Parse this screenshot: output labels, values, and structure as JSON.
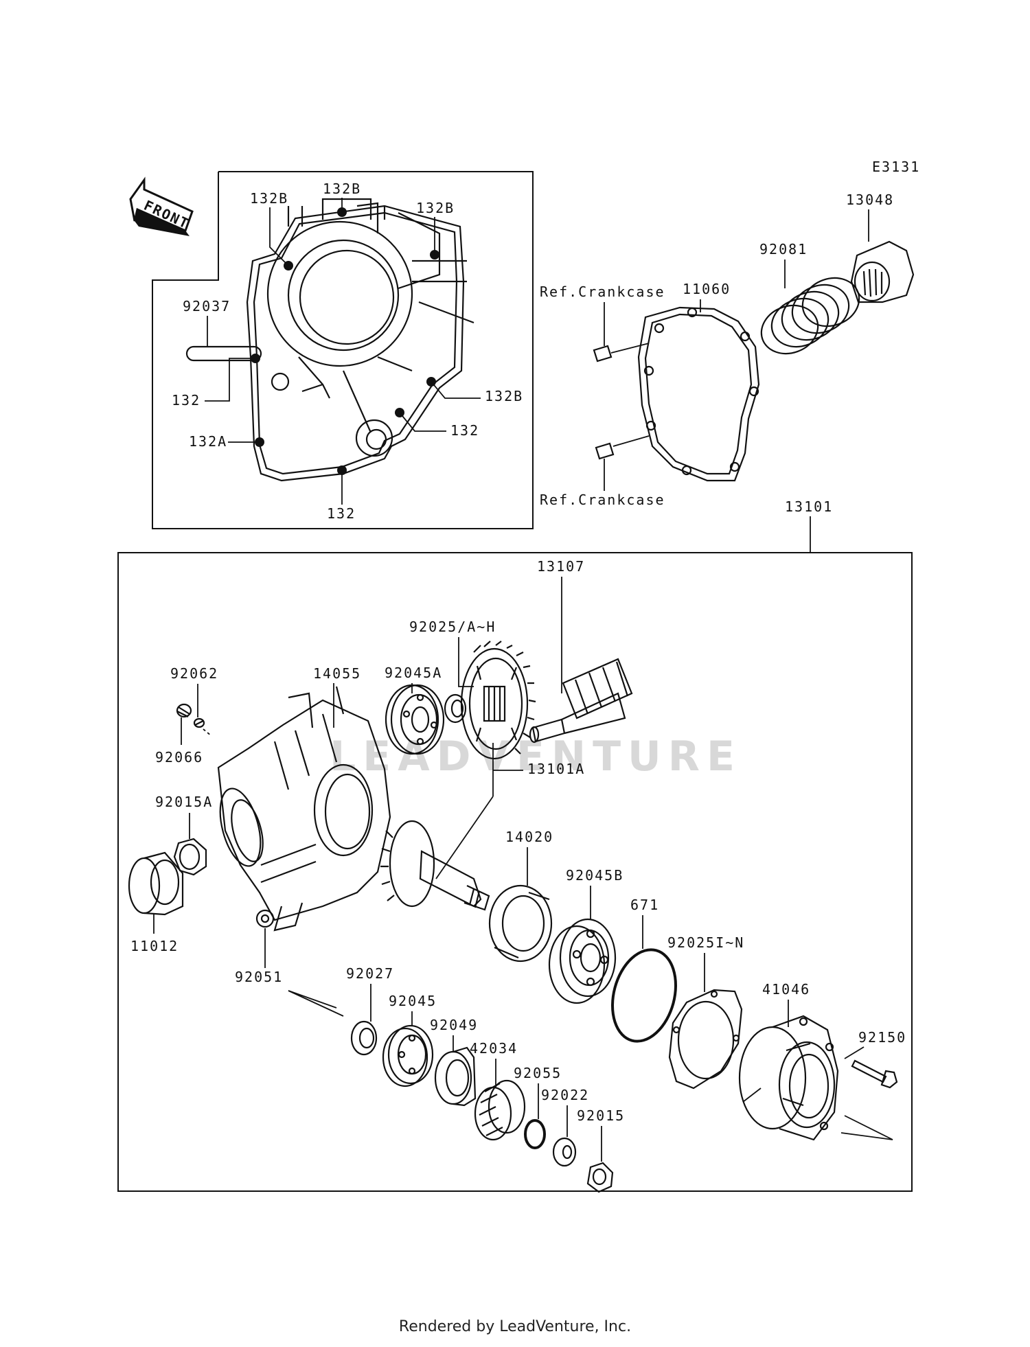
{
  "diagram_code": "E3131",
  "front_label": "FRONT",
  "watermark": "LEADVENTURE",
  "footer": "Rendered by LeadVenture, Inc.",
  "inset_box": {
    "labels": {
      "p132b_1": "132B",
      "p132b_2": "132B",
      "p132b_3": "132B",
      "p132b_4": "132B",
      "p92037": "92037",
      "p132_1": "132",
      "p132_2": "132",
      "p132_3": "132",
      "p132a": "132A"
    }
  },
  "upper_parts": {
    "p13048": "13048",
    "p92081": "92081",
    "p11060": "11060",
    "ref_crankcase_top": "Ref.Crankcase",
    "ref_crankcase_bottom": "Ref.Crankcase",
    "p13101": "13101"
  },
  "main_box": {
    "labels": {
      "p13107": "13107",
      "p92025_ah": "92025/A~H",
      "p92045a": "92045A",
      "p92062": "92062",
      "p14055": "14055",
      "p92066": "92066",
      "p13101a": "13101A",
      "p92015a": "92015A",
      "p14020": "14020",
      "p92045b": "92045B",
      "p671": "671",
      "p92025_in": "92025I~N",
      "p11012": "11012",
      "p92051": "92051",
      "p92027": "92027",
      "p41046": "41046",
      "p92045": "92045",
      "p92049": "92049",
      "p92150": "92150",
      "p42034": "42034",
      "p92055": "92055",
      "p92022": "92022",
      "p92015": "92015"
    }
  }
}
